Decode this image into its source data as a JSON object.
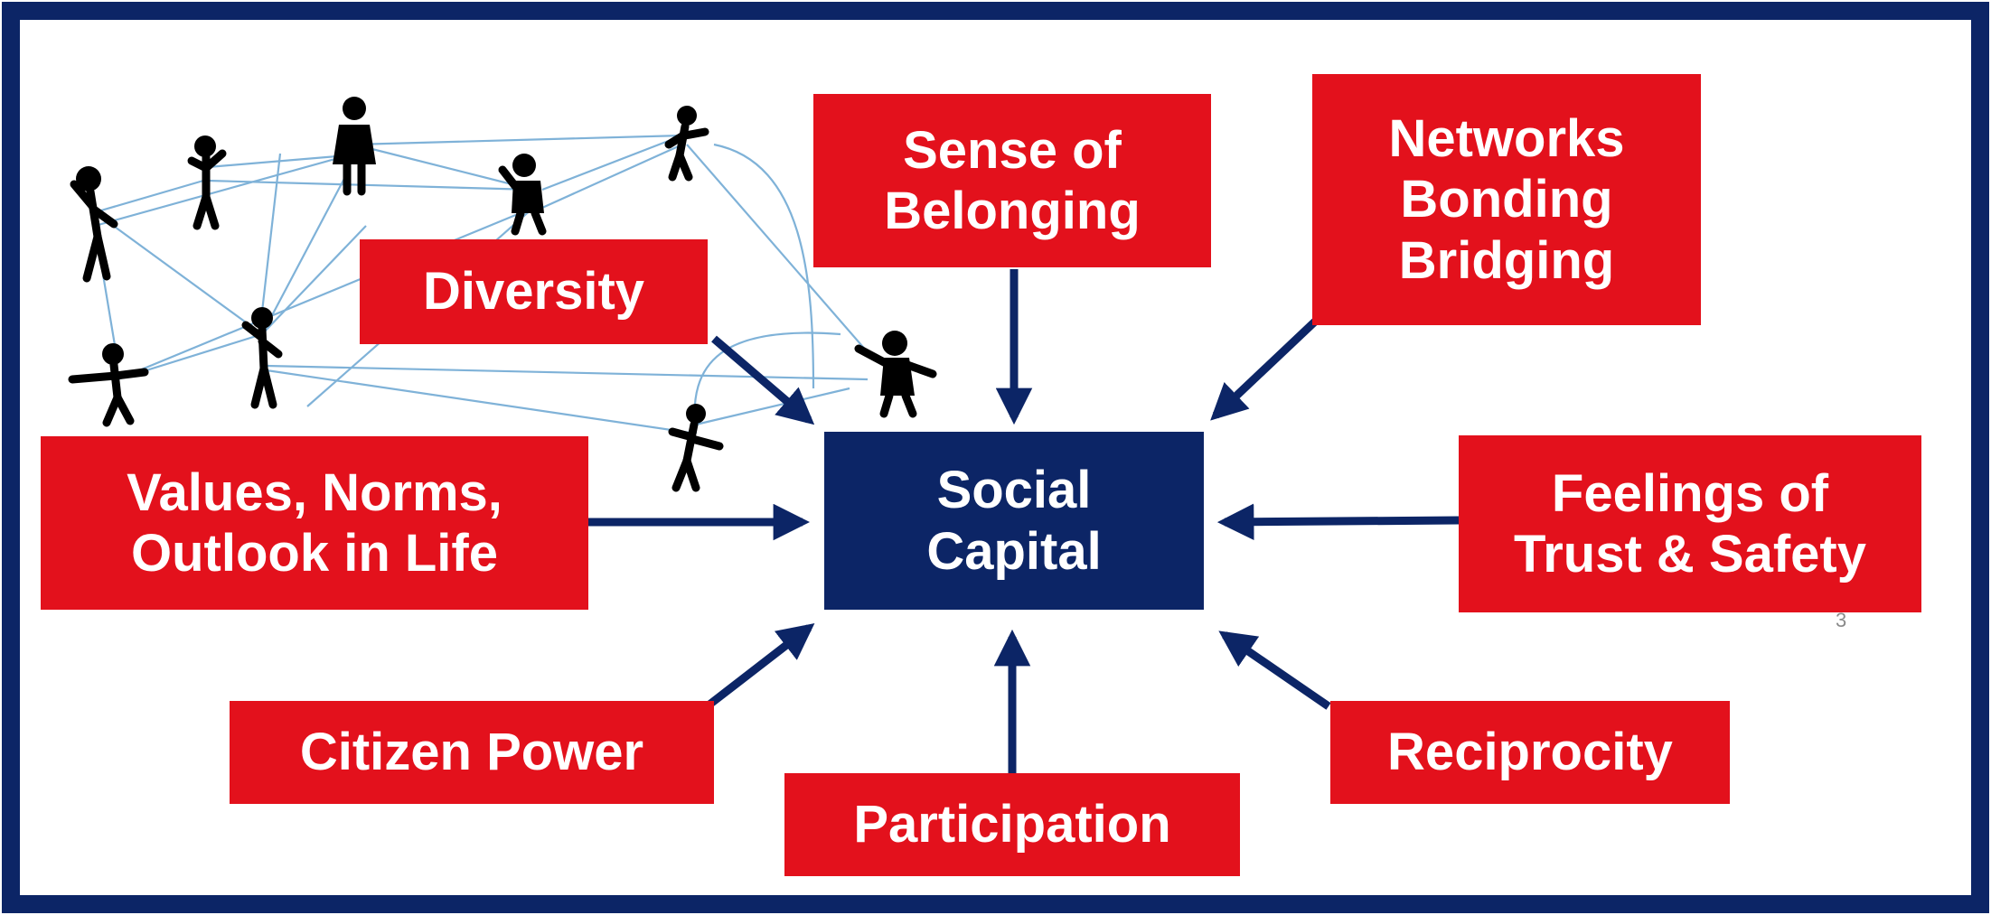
{
  "diagram": {
    "center": {
      "label": "Social\nCapital"
    },
    "factors": {
      "sense_of_belonging": "Sense of\nBelonging",
      "networks": "Networks\nBonding\nBridging",
      "diversity": "Diversity",
      "values": "Values, Norms,\nOutlook in Life",
      "trust": "Feelings of\nTrust & Safety",
      "citizen_power": "Citizen Power",
      "participation": "Participation",
      "reciprocity": "Reciprocity"
    },
    "page_number": "3",
    "illustration": "stick-figure-network-icon"
  },
  "colors": {
    "frame": "#0c2566",
    "factor_box": "#e3111c",
    "center_box": "#0c2566",
    "arrow": "#0c2566",
    "network_line": "#7fb2d8"
  }
}
